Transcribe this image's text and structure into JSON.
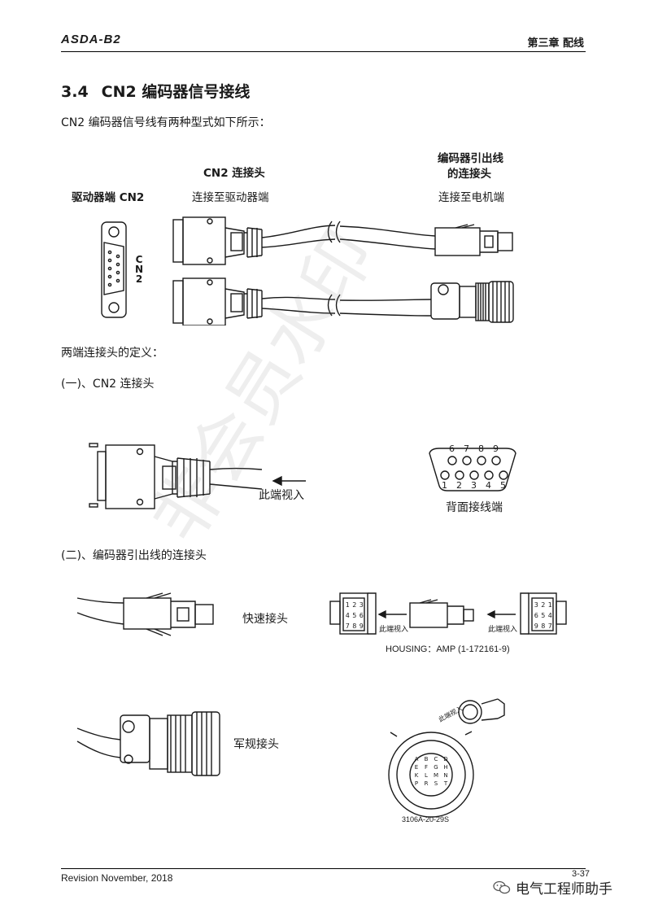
{
  "header": {
    "logo": "ASDA-B2",
    "chapter": "第三章  配线"
  },
  "section": {
    "number": "3.4",
    "title": "CN2 编码器信号接线"
  },
  "intro": "CN2 编码器信号线有两种型式如下所示：",
  "cable_overview": {
    "driver_label": "驱动器端 CN2",
    "cn2_title": "CN2 连接头",
    "cn2_sub": "连接至驱动器端",
    "enc_title_1": "编码器引出线",
    "enc_title_2": "的连接头",
    "enc_sub": "连接至电机端",
    "cn2_vertical": [
      "C",
      "N",
      "2"
    ]
  },
  "definition_intro": "两端连接头的定义：",
  "part1": {
    "heading": "(一)、CN2 连接头",
    "view_label": "此端视入",
    "back_label": "背面接线端",
    "pins_top": [
      "6",
      "7",
      "8",
      "9"
    ],
    "pins_bottom": [
      "1",
      "2",
      "3",
      "4",
      "5"
    ]
  },
  "part2": {
    "heading": "(二)、编码器引出线的连接头",
    "quick_label": "快速接头",
    "view_left": "此端视入",
    "view_right": "此端视入",
    "housing": "HOUSING：AMP (1-172161-9)",
    "grid_left": [
      "1",
      "2",
      "3",
      "4",
      "5",
      "6",
      "7",
      "8",
      "9"
    ],
    "grid_right": [
      "3",
      "2",
      "1",
      "6",
      "5",
      "4",
      "9",
      "8",
      "7"
    ],
    "mil_label": "军规接头",
    "mil_view": "此端视入",
    "mil_model": "3106A-20-29S",
    "mil_pins": [
      "A",
      "B",
      "C",
      "D",
      "E",
      "F",
      "G",
      "H",
      "K",
      "L",
      "M",
      "N",
      "P",
      "R",
      "S",
      "T"
    ]
  },
  "watermark": "非会员水印",
  "footer": {
    "revision": "Revision November, 2018",
    "page": "3-37",
    "wechat": "电气工程师助手"
  }
}
